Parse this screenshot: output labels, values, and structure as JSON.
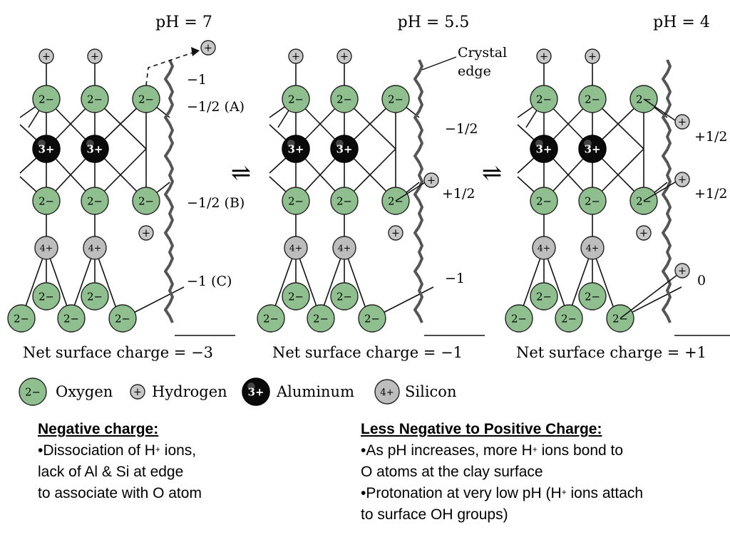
{
  "panels": [
    {
      "ph_label": "pH = 7",
      "charges": {
        "edge_h": "−1",
        "a": "−1/2 (A)",
        "b": "−1/2 (B)",
        "c": "−1   (C)"
      },
      "net": "Net surface charge = −3"
    },
    {
      "ph_label": "pH = 5.5",
      "crystal_edge": [
        "Crystal",
        "edge"
      ],
      "charges": {
        "a": "−1/2",
        "b": "+1/2",
        "c": "−1"
      },
      "net": "Net surface charge = −1"
    },
    {
      "ph_label": "pH = 4",
      "charges": {
        "a": "+1/2",
        "b": "+1/2",
        "c": "0"
      },
      "net": "Net surface charge = +1"
    }
  ],
  "equilibrium_symbol": "⇌",
  "atoms": {
    "oxygen": {
      "symbol": "2−",
      "color": "#8fbf8f"
    },
    "hydrogen": {
      "symbol": "+",
      "color": "#c8c8c8"
    },
    "aluminum": {
      "symbol": "3+",
      "color": "#111111"
    },
    "silicon": {
      "symbol": "4+",
      "color": "#bdbdbd"
    }
  },
  "legend": [
    {
      "atom": "oxygen",
      "label": "Oxygen"
    },
    {
      "atom": "hydrogen",
      "label": "Hydrogen"
    },
    {
      "atom": "aluminum",
      "label": "Aluminum"
    },
    {
      "atom": "silicon",
      "label": "Silicon"
    }
  ],
  "captions": {
    "left": {
      "heading": "Negative charge:",
      "line1_pre": "•Dissociation of H",
      "line1_sup": "+",
      "line1_post": " ions,",
      "line2": "lack of Al & Si at edge",
      "line3": "to associate with O atom"
    },
    "right": {
      "heading": "Less Negative to Positive Charge:",
      "line1_pre": "•As pH increases, more H",
      "line1_sup": "+",
      "line1_post": " ions bond to",
      "line2": "O atoms at the clay surface",
      "line3_pre": "•Protonation at very low pH (H",
      "line3_sup": "+",
      "line3_post": " ions attach",
      "line4": "to surface OH groups)"
    }
  }
}
